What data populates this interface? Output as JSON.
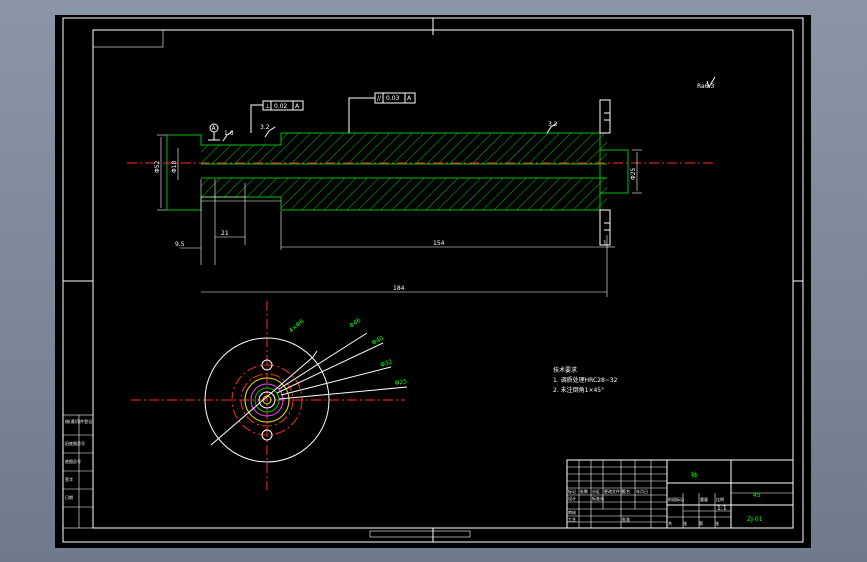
{
  "drawing": {
    "datum_label": "A",
    "tolerance_frames": [
      {
        "symbol": "⊥",
        "value": "0.02",
        "datum": "A"
      },
      {
        "symbol": "//",
        "value": "0.03",
        "datum": "A"
      }
    ],
    "roughness": [
      "1.6",
      "3.2",
      "3.2",
      "Ra6.3"
    ],
    "dimensions": {
      "left_diameter": "Φ52",
      "inner_diameter": "Φ18",
      "right_diameter": "Φ25",
      "d1": "9.5",
      "d2": "21",
      "d3": "154",
      "d4": "1",
      "overall": "184"
    },
    "section_labels": [
      "4×Φ6",
      "Φ46",
      "Φ40",
      "Φ32",
      "Φ25"
    ],
    "notes": {
      "heading": "技术要求",
      "lines": [
        "1. 调质处理HRC28~32",
        "2. 未注倒角1×45°"
      ]
    },
    "title_block": {
      "part_name": "轴",
      "scale": "1:1",
      "material": "45",
      "drawing_no": "ZJ-01",
      "labels": [
        "标记",
        "处数",
        "分区",
        "更改文件号",
        "签名",
        "年月日",
        "设计",
        "标准化",
        "阶段标记",
        "重量",
        "比例",
        "审核",
        "工艺",
        "批准",
        "共",
        "张",
        "第",
        "张"
      ]
    },
    "side_table": [
      "借(通)用件登记",
      "旧底图总号",
      "底图总号",
      "签字",
      "日期"
    ]
  }
}
